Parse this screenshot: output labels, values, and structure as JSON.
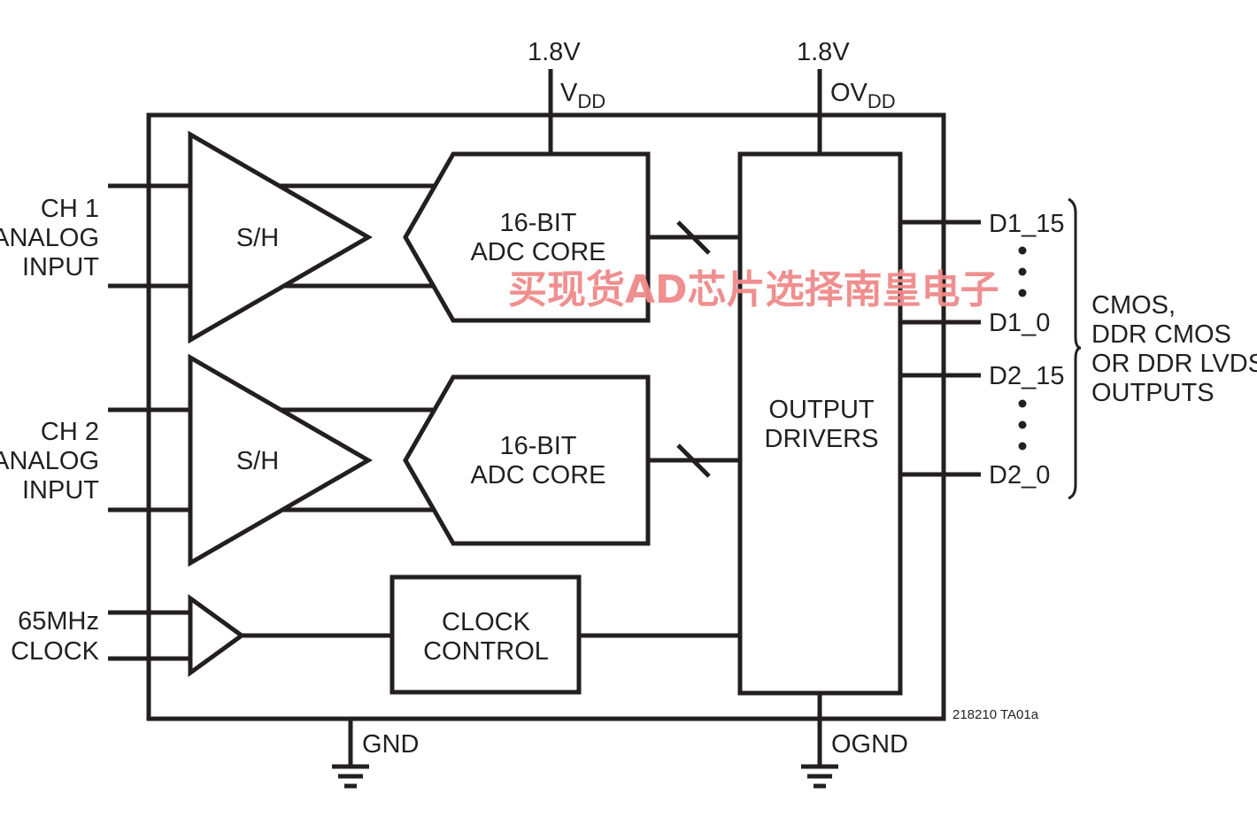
{
  "supplies": {
    "vdd": {
      "voltage": "1.8V",
      "name": "V",
      "subscript": "DD"
    },
    "ovdd": {
      "voltage": "1.8V",
      "name": "OV",
      "subscript": "DD"
    }
  },
  "grounds": {
    "gnd": "GND",
    "ognd": "OGND"
  },
  "inputs": {
    "ch1": [
      "CH 1",
      "ANALOG",
      "INPUT"
    ],
    "ch2": [
      "CH 2",
      "ANALOG",
      "INPUT"
    ],
    "clock": [
      "65MHz",
      "CLOCK"
    ]
  },
  "blocks": {
    "sh1": "S/H",
    "sh2": "S/H",
    "adc1": [
      "16-BIT",
      "ADC CORE"
    ],
    "adc2": [
      "16-BIT",
      "ADC CORE"
    ],
    "output_drivers": [
      "OUTPUT",
      "DRIVERS"
    ],
    "clock_control": [
      "CLOCK",
      "CONTROL"
    ]
  },
  "outputs": {
    "d1_high": "D1_15",
    "d1_low": "D1_0",
    "d2_high": "D2_15",
    "d2_low": "D2_0",
    "description": [
      "CMOS,",
      "DDR CMOS",
      "OR DDR LVDS",
      "OUTPUTS"
    ]
  },
  "figure_tag": "218210 TA01a",
  "watermark": "买现货AD芯片选择南皇电子",
  "colors": {
    "ink": "#231f20",
    "watermark": "#f08a8a"
  }
}
